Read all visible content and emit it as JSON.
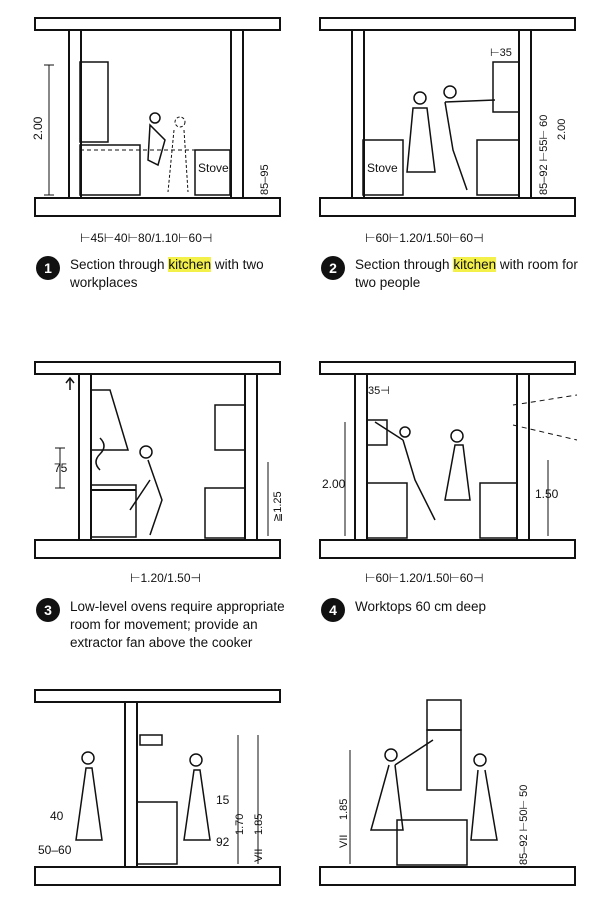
{
  "panels": [
    {
      "number": "1",
      "caption_before": "Section through ",
      "caption_highlight": "kitchen",
      "caption_after": " with two workplaces",
      "dim_bottom": "⊢45⊢40⊢80/1.10⊢60⊣",
      "dim_left": "2.00",
      "dim_right": "85–95",
      "stove_label": "Stove"
    },
    {
      "number": "2",
      "caption_before": "Section through ",
      "caption_highlight": "kitchen",
      "caption_after": " with room for two people",
      "dim_bottom": "⊢60⊢1.20/1.50⊢60⊣",
      "dim_top": "⊢35",
      "dim_right_a": "85–92 ⊢55⊢ 60",
      "dim_right_b": "2.00",
      "stove_label": "Stove"
    },
    {
      "number": "3",
      "caption": "Low-level ovens require appropriate room for movement; provide an extractor fan above the cooker",
      "dim_bottom": "⊢1.20/1.50⊣",
      "dim_left": "75",
      "dim_right": "≧1.25"
    },
    {
      "number": "4",
      "caption": "Worktops 60 cm deep",
      "dim_bottom": "⊢60⊢1.20/1.50⊢60⊣",
      "dim_top": "35⊣",
      "dim_left": "2.00",
      "dim_right": "1.50"
    },
    {
      "dim_left_a": "40",
      "dim_left_b": "50–60",
      "dim_mid_a": "15",
      "dim_mid_b": "92",
      "dim_right_a": "1.70",
      "dim_right_b": "1.85",
      "dim_right_c": "VII"
    },
    {
      "dim_left_a": "1.85",
      "dim_left_b": "VII",
      "dim_right": "85–92 ⊢50⊢ 50"
    }
  ]
}
